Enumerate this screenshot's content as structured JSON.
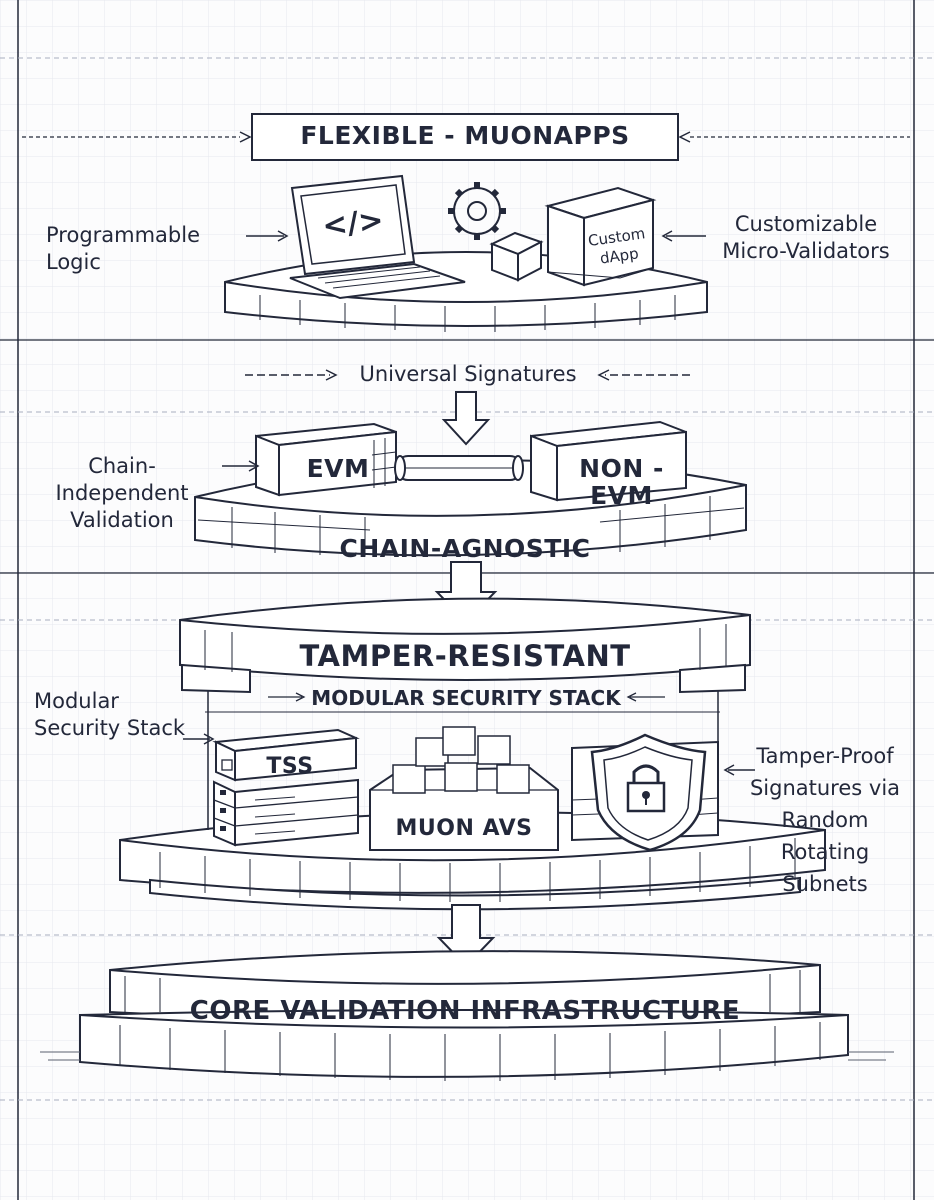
{
  "diagram": {
    "layers": {
      "flexible": {
        "title": "FLEXIBLE - MUONAPPS",
        "left_label": "Programmable Logic",
        "right_label": "Customizable\nMicro-Validators",
        "laptop_code": "</>",
        "dapp_box": "Custom\ndApp"
      },
      "chain_agnostic": {
        "top_label": "Universal Signatures",
        "left_label": "Chain-Independent\nValidation",
        "evm_box": "EVM",
        "non_evm_box": "NON - EVM",
        "platform_label": "CHAIN-AGNOSTIC"
      },
      "tamper_resistant": {
        "title": "TAMPER-RESISTANT",
        "stack_label": "MODULAR SECURITY STACK",
        "left_label": "Modular\nSecurity Stack",
        "right_label": "Tamper-Proof\nSignatures via\nRandom\nRotating\nSubnets",
        "tss_box": "TSS",
        "avs_box": "MUON AVS"
      },
      "core": {
        "title": "CORE VALIDATION INFRASTRUCTURE"
      }
    },
    "colors": {
      "ink": "#23283a",
      "paper": "#fcfcfd",
      "grid": "#e6e8ee",
      "guide": "#a9aec0"
    }
  }
}
